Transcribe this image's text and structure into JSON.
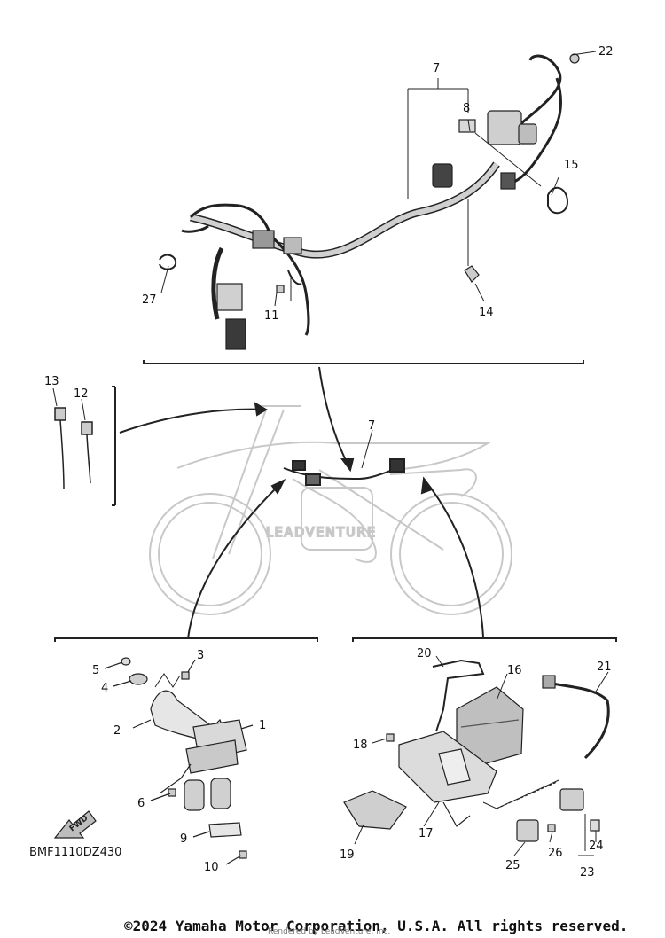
{
  "callouts": {
    "c1": "1",
    "c2": "2",
    "c3": "3",
    "c4": "4",
    "c5": "5",
    "c6": "6",
    "c7": "7",
    "c7b": "7",
    "c8": "8",
    "c9": "9",
    "c10": "10",
    "c11": "11",
    "c12": "12",
    "c13": "13",
    "c14": "14",
    "c15": "15",
    "c16": "16",
    "c17": "17",
    "c18": "18",
    "c19": "19",
    "c20": "20",
    "c21": "21",
    "c22": "22",
    "c23": "23",
    "c24": "24",
    "c25": "25",
    "c26": "26",
    "c27": "27"
  },
  "fwd_arrow_text": "FWD",
  "diagram_code": "BMF1110DZ430",
  "copyright": "©2024 Yamaha Motor Corporation, U.S.A. All rights reserved.",
  "rendered_by": "Rendered by LeadVenture, Inc.",
  "watermark": "LEADVENTURE",
  "colors": {
    "line": "#222222",
    "part_fill": "#d9d9d9",
    "part_dark": "#555555",
    "bike_ghost": "#c8c8c8"
  }
}
